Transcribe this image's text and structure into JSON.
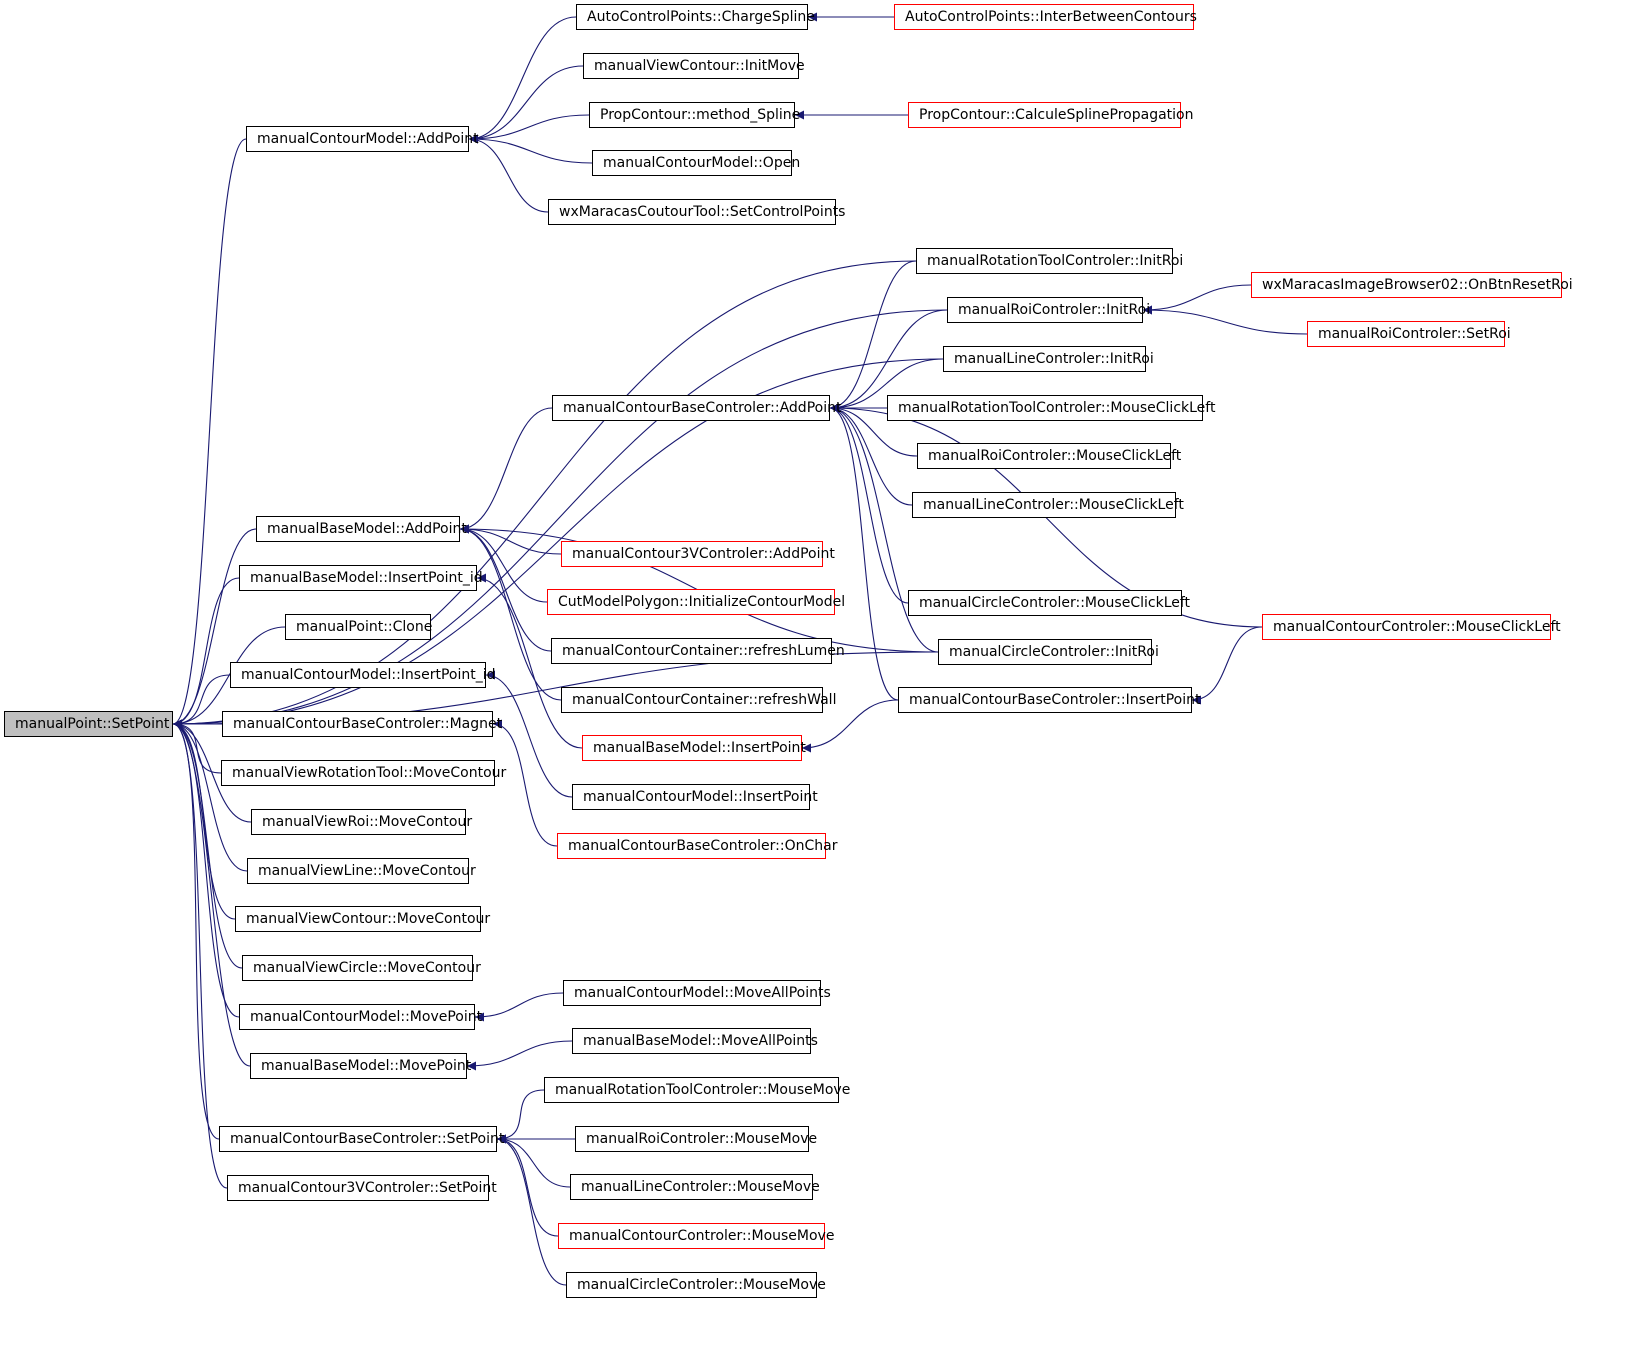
{
  "graph": {
    "colors": {
      "edge": "#191970",
      "node_border": "#000000",
      "truncated_border": "#ff0000",
      "root_fill": "#bfbfbf"
    },
    "root": {
      "id": "setpoint",
      "label": "manualPoint::SetPoint"
    },
    "nodes": [
      {
        "id": "setpoint",
        "label": "manualPoint::SetPoint",
        "truncated": false
      },
      {
        "id": "cm_addpoint",
        "label": "manualContourModel::AddPoint",
        "truncated": false
      },
      {
        "id": "acp_chargespline",
        "label": "AutoControlPoints::ChargeSpline",
        "truncated": false
      },
      {
        "id": "acp_interbetween",
        "label": "AutoControlPoints::InterBetweenContours",
        "truncated": true
      },
      {
        "id": "mvc_initmove",
        "label": "manualViewContour::InitMove",
        "truncated": false
      },
      {
        "id": "pc_method_spline",
        "label": "PropContour::method_Spline",
        "truncated": false
      },
      {
        "id": "pc_calculespline",
        "label": "PropContour::CalculeSplinePropagation",
        "truncated": true
      },
      {
        "id": "cm_open",
        "label": "manualContourModel::Open",
        "truncated": false
      },
      {
        "id": "wx_setcontrolpoints",
        "label": "wxMaracasCoutourTool::SetControlPoints",
        "truncated": false
      },
      {
        "id": "rtc_initroi",
        "label": "manualRotationToolControler::InitRoi",
        "truncated": false
      },
      {
        "id": "roic_initroi",
        "label": "manualRoiControler::InitRoi",
        "truncated": false
      },
      {
        "id": "wx_onbtnresetroi",
        "label": "wxMaracasImageBrowser02::OnBtnResetRoi",
        "truncated": true
      },
      {
        "id": "roic_setroi",
        "label": "manualRoiControler::SetRoi",
        "truncated": true
      },
      {
        "id": "lc_initroi",
        "label": "manualLineControler::InitRoi",
        "truncated": false
      },
      {
        "id": "cbc_addpoint",
        "label": "manualContourBaseControler::AddPoint",
        "truncated": false
      },
      {
        "id": "rtc_mouseclickleft",
        "label": "manualRotationToolControler::MouseClickLeft",
        "truncated": false
      },
      {
        "id": "roic_mouseclickleft",
        "label": "manualRoiControler::MouseClickLeft",
        "truncated": false
      },
      {
        "id": "lc_mouseclickleft",
        "label": "manualLineControler::MouseClickLeft",
        "truncated": false
      },
      {
        "id": "bm_addpoint",
        "label": "manualBaseModel::AddPoint",
        "truncated": false
      },
      {
        "id": "c3v_addpoint",
        "label": "manualContour3VControler::AddPoint",
        "truncated": true
      },
      {
        "id": "bm_insertpoint_id",
        "label": "manualBaseModel::InsertPoint_id",
        "truncated": false
      },
      {
        "id": "cmp_initcontour",
        "label": "CutModelPolygon::InitializeContourModel",
        "truncated": true
      },
      {
        "id": "cc_mouseclickleft",
        "label": "manualCircleControler::MouseClickLeft",
        "truncated": false
      },
      {
        "id": "mp_clone",
        "label": "manualPoint::Clone",
        "truncated": false
      },
      {
        "id": "cont_refreshlumen",
        "label": "manualContourContainer::refreshLumen",
        "truncated": false
      },
      {
        "id": "cc_initroi",
        "label": "manualCircleControler::InitRoi",
        "truncated": false
      },
      {
        "id": "cctl_mouseclickleft",
        "label": "manualContourControler::MouseClickLeft",
        "truncated": true
      },
      {
        "id": "cm_insertpoint_id",
        "label": "manualContourModel::InsertPoint_id",
        "truncated": false
      },
      {
        "id": "cont_refreshwall",
        "label": "manualContourContainer::refreshWall",
        "truncated": false
      },
      {
        "id": "cbc_insertpoint",
        "label": "manualContourBaseControler::InsertPoint",
        "truncated": false
      },
      {
        "id": "cbc_magnet",
        "label": "manualContourBaseControler::Magnet",
        "truncated": false
      },
      {
        "id": "bm_insertpoint",
        "label": "manualBaseModel::InsertPoint",
        "truncated": true
      },
      {
        "id": "vrt_movecontour",
        "label": "manualViewRotationTool::MoveContour",
        "truncated": false
      },
      {
        "id": "cm_insertpoint",
        "label": "manualContourModel::InsertPoint",
        "truncated": false
      },
      {
        "id": "vroi_movecontour",
        "label": "manualViewRoi::MoveContour",
        "truncated": false
      },
      {
        "id": "cbc_onchar",
        "label": "manualContourBaseControler::OnChar",
        "truncated": true
      },
      {
        "id": "vl_movecontour",
        "label": "manualViewLine::MoveContour",
        "truncated": false
      },
      {
        "id": "vc_movecontour",
        "label": "manualViewContour::MoveContour",
        "truncated": false
      },
      {
        "id": "vcirc_movecontour",
        "label": "manualViewCircle::MoveContour",
        "truncated": false
      },
      {
        "id": "cm_moveallpoints",
        "label": "manualContourModel::MoveAllPoints",
        "truncated": false
      },
      {
        "id": "cm_movepoint",
        "label": "manualContourModel::MovePoint",
        "truncated": false
      },
      {
        "id": "bm_moveallpoints",
        "label": "manualBaseModel::MoveAllPoints",
        "truncated": false
      },
      {
        "id": "bm_movepoint",
        "label": "manualBaseModel::MovePoint",
        "truncated": false
      },
      {
        "id": "rtc_mousemove",
        "label": "manualRotationToolControler::MouseMove",
        "truncated": false
      },
      {
        "id": "cbc_setpoint",
        "label": "manualContourBaseControler::SetPoint",
        "truncated": false
      },
      {
        "id": "roic_mousemove",
        "label": "manualRoiControler::MouseMove",
        "truncated": false
      },
      {
        "id": "c3v_setpoint",
        "label": "manualContour3VControler::SetPoint",
        "truncated": false
      },
      {
        "id": "lc_mousemove",
        "label": "manualLineControler::MouseMove",
        "truncated": false
      },
      {
        "id": "cctl_mousemove",
        "label": "manualContourControler::MouseMove",
        "truncated": true
      },
      {
        "id": "cc_mousemove",
        "label": "manualCircleControler::MouseMove",
        "truncated": false
      }
    ],
    "edges": [
      [
        "cm_addpoint",
        "setpoint"
      ],
      [
        "acp_chargespline",
        "cm_addpoint"
      ],
      [
        "acp_interbetween",
        "acp_chargespline"
      ],
      [
        "mvc_initmove",
        "cm_addpoint"
      ],
      [
        "pc_method_spline",
        "cm_addpoint"
      ],
      [
        "pc_calculespline",
        "pc_method_spline"
      ],
      [
        "cm_open",
        "cm_addpoint"
      ],
      [
        "wx_setcontrolpoints",
        "cm_addpoint"
      ],
      [
        "rtc_initroi",
        "setpoint"
      ],
      [
        "roic_initroi",
        "setpoint"
      ],
      [
        "lc_initroi",
        "setpoint"
      ],
      [
        "cc_initroi",
        "setpoint"
      ],
      [
        "wx_onbtnresetroi",
        "roic_initroi"
      ],
      [
        "roic_setroi",
        "roic_initroi"
      ],
      [
        "rtc_initroi",
        "cbc_addpoint"
      ],
      [
        "roic_initroi",
        "cbc_addpoint"
      ],
      [
        "lc_initroi",
        "cbc_addpoint"
      ],
      [
        "rtc_mouseclickleft",
        "cbc_addpoint"
      ],
      [
        "roic_mouseclickleft",
        "cbc_addpoint"
      ],
      [
        "lc_mouseclickleft",
        "cbc_addpoint"
      ],
      [
        "cc_mouseclickleft",
        "cbc_addpoint"
      ],
      [
        "cc_initroi",
        "cbc_addpoint"
      ],
      [
        "cctl_mouseclickleft",
        "cbc_addpoint"
      ],
      [
        "cbc_insertpoint",
        "cbc_addpoint"
      ],
      [
        "bm_addpoint",
        "setpoint"
      ],
      [
        "cbc_addpoint",
        "bm_addpoint"
      ],
      [
        "c3v_addpoint",
        "bm_addpoint"
      ],
      [
        "cmp_initcontour",
        "bm_addpoint"
      ],
      [
        "cont_refreshlumen",
        "bm_addpoint"
      ],
      [
        "cont_refreshwall",
        "bm_addpoint"
      ],
      [
        "cc_initroi",
        "bm_addpoint"
      ],
      [
        "bm_insertpoint_id",
        "setpoint"
      ],
      [
        "bm_insertpoint",
        "bm_insertpoint_id"
      ],
      [
        "cbc_insertpoint",
        "bm_insertpoint"
      ],
      [
        "cctl_mouseclickleft",
        "cbc_insertpoint"
      ],
      [
        "mp_clone",
        "setpoint"
      ],
      [
        "cm_insertpoint_id",
        "setpoint"
      ],
      [
        "cm_insertpoint",
        "cm_insertpoint_id"
      ],
      [
        "cbc_magnet",
        "setpoint"
      ],
      [
        "cbc_onchar",
        "cbc_magnet"
      ],
      [
        "vrt_movecontour",
        "setpoint"
      ],
      [
        "vroi_movecontour",
        "setpoint"
      ],
      [
        "vl_movecontour",
        "setpoint"
      ],
      [
        "vc_movecontour",
        "setpoint"
      ],
      [
        "vcirc_movecontour",
        "setpoint"
      ],
      [
        "cm_movepoint",
        "setpoint"
      ],
      [
        "cm_moveallpoints",
        "cm_movepoint"
      ],
      [
        "bm_movepoint",
        "setpoint"
      ],
      [
        "bm_moveallpoints",
        "bm_movepoint"
      ],
      [
        "cbc_setpoint",
        "setpoint"
      ],
      [
        "rtc_mousemove",
        "cbc_setpoint"
      ],
      [
        "roic_mousemove",
        "cbc_setpoint"
      ],
      [
        "lc_mousemove",
        "cbc_setpoint"
      ],
      [
        "cctl_mousemove",
        "cbc_setpoint"
      ],
      [
        "cc_mousemove",
        "cbc_setpoint"
      ],
      [
        "c3v_setpoint",
        "setpoint"
      ]
    ]
  }
}
